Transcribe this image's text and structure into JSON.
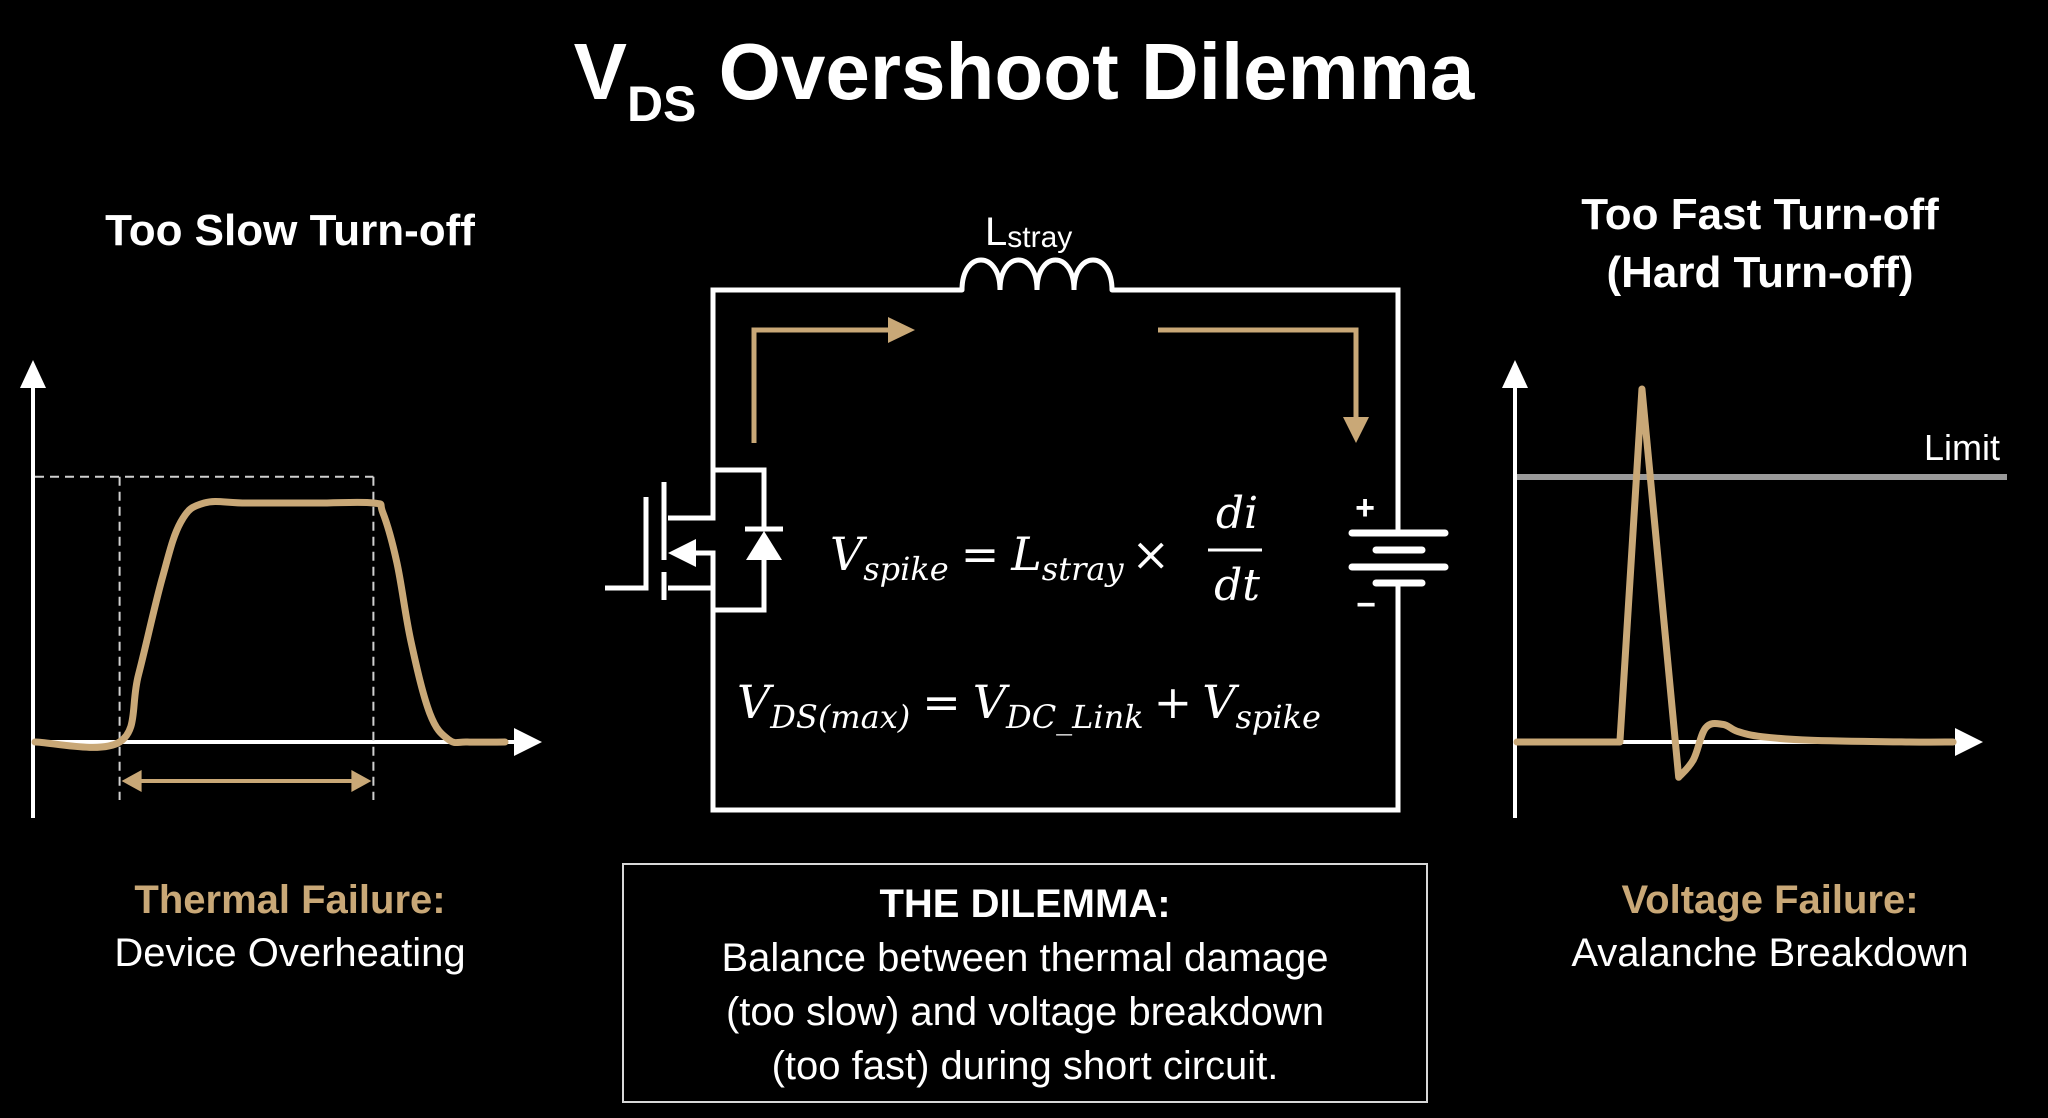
{
  "title": {
    "main": "V",
    "subscript": "DS",
    "rest": " Overshoot Dilemma"
  },
  "colors": {
    "background": "#000000",
    "accent": "#c9a877",
    "foreground": "#ffffff",
    "limit_line": "#9a9a9a"
  },
  "left_panel": {
    "title": "Too Slow Turn-off",
    "failure_heading": "Thermal Failure:",
    "failure_desc": "Device Overheating"
  },
  "right_panel": {
    "title_line1": "Too Fast Turn-off",
    "title_line2": "(Hard Turn-off)",
    "limit_label": "Limit",
    "failure_heading": "Voltage Failure:",
    "failure_desc": "Avalanche Breakdown"
  },
  "circuit": {
    "inductor_label": "L",
    "inductor_subscript": "stray",
    "battery_plus": "+",
    "battery_minus": "−",
    "components": [
      "mosfet-with-body-diode",
      "stray-inductor",
      "dc-link-battery"
    ],
    "equation1": {
      "lhs": "V",
      "lhs_sub": "spike",
      "eq": "=",
      "l": "L",
      "l_sub": "stray",
      "times": "×",
      "num": "di",
      "den": "dt"
    },
    "equation2": {
      "lhs": "V",
      "lhs_sub": "DS(max)",
      "eq": "=",
      "a": "V",
      "a_sub": "DC_Link",
      "plus": "+",
      "b": "V",
      "b_sub": "spike"
    }
  },
  "dilemma": {
    "heading": "THE DILEMMA:",
    "lines": [
      "Balance between thermal damage",
      "(too slow) and voltage breakdown",
      "(too fast) during short circuit."
    ]
  },
  "chart_data": [
    {
      "type": "line",
      "title": "Too Slow Turn-off",
      "xlabel": "",
      "ylabel": "",
      "grid": false,
      "description": "Slow trapezoidal V_DS waveform with long transition time marked by a double-headed arrow",
      "x": [
        0,
        0.18,
        0.22,
        0.27,
        0.31,
        0.36,
        0.45,
        0.6,
        0.72,
        0.74,
        0.77,
        0.8,
        0.84,
        0.88,
        0.92,
        1.0
      ],
      "y": [
        0,
        0,
        0.28,
        0.68,
        0.92,
        1.0,
        1.0,
        1.0,
        1.0,
        0.96,
        0.75,
        0.42,
        0.12,
        0.01,
        0,
        0
      ],
      "ylim": [
        0,
        1.3
      ],
      "reference_box": {
        "x_start": 0.18,
        "x_end": 0.72,
        "y_level": 1.11
      },
      "duration_marker": {
        "x_start": 0.18,
        "x_end": 0.72
      }
    },
    {
      "type": "line",
      "title": "Too Fast Turn-off (Hard Turn-off)",
      "xlabel": "",
      "ylabel": "",
      "grid": false,
      "description": "Fast V_DS spike exceeding the Limit line followed by a damped ringing",
      "x": [
        0,
        0.21,
        0.255,
        0.33,
        0.36,
        0.385,
        0.42,
        0.45,
        0.5,
        0.6,
        0.8,
        0.89
      ],
      "y": [
        0,
        0,
        1.0,
        -0.1,
        -0.05,
        0.04,
        0.05,
        0.03,
        0.015,
        0.005,
        0,
        0
      ],
      "ylim": [
        -0.25,
        1.25
      ],
      "reference_lines": [
        {
          "label": "Limit",
          "y": 0.75
        }
      ]
    }
  ]
}
